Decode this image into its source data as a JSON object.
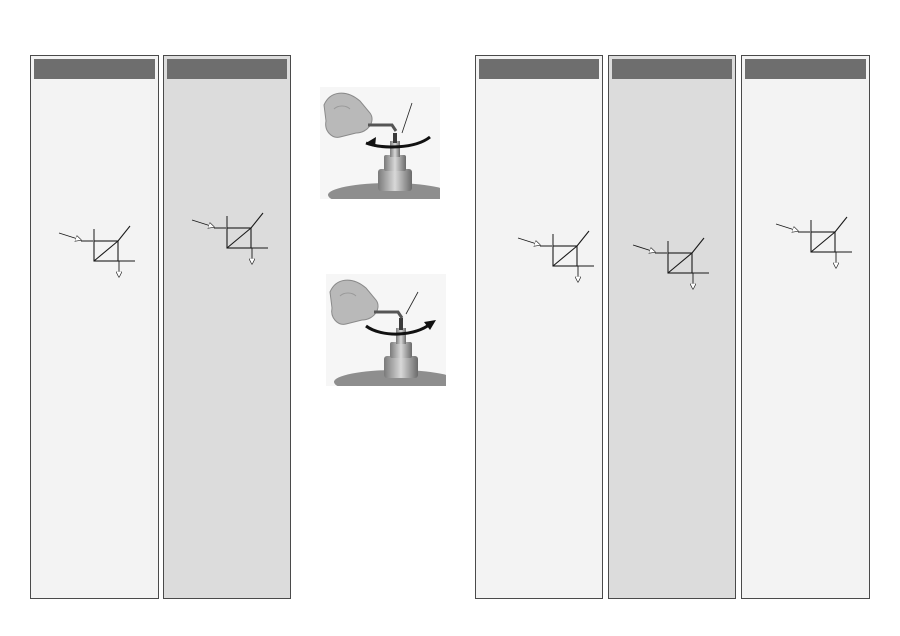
{
  "document": {
    "panel_count": 5,
    "photo_count": 2,
    "colors": {
      "panel_light": "#f3f3f3",
      "panel_dark": "#dcdcdc",
      "header_bar": "#6e6e6e",
      "border": "#4a4a4a",
      "symbol_stroke": "#1a1a1a"
    },
    "symbols": "pneumatic-regulator-symbol",
    "photos": [
      {
        "icon": "counter-clockwise-arrow-icon",
        "direction": "counter-clockwise"
      },
      {
        "icon": "clockwise-arrow-icon",
        "direction": "clockwise"
      }
    ]
  }
}
